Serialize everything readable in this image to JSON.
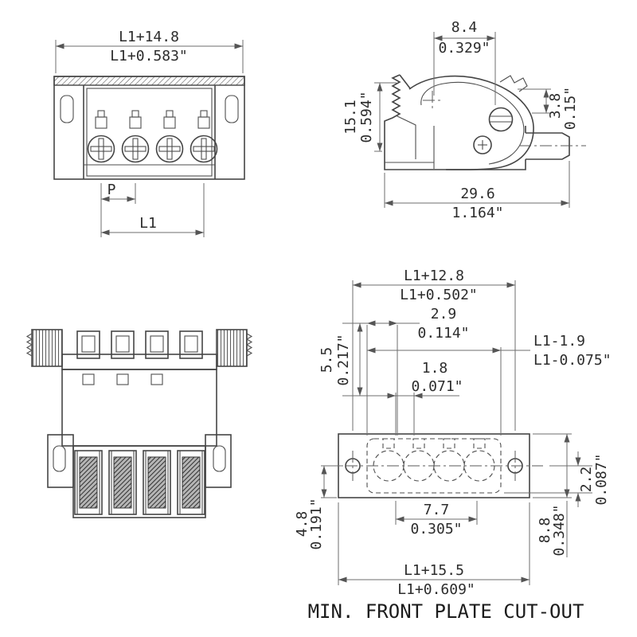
{
  "caption": "MIN. FRONT PLATE CUT-OUT",
  "views": {
    "plug_front": {
      "width_mm": "L1+14.8",
      "width_in": "L1+0.583\"",
      "pitch_label": "P",
      "span_label": "L1"
    },
    "plug_side": {
      "top_mm": "8.4",
      "top_in": "0.329\"",
      "height_mm": "15.1",
      "height_in": "0.594\"",
      "latch_mm": "3.8",
      "latch_in": "0.15\"",
      "length_mm": "29.6",
      "length_in": "1.164\""
    },
    "cutout": {
      "hole_span_mm": "L1+12.8",
      "hole_span_in": "L1+0.502\"",
      "offset_mm": "2.9",
      "offset_in": "0.114\"",
      "inner_width_mm": "L1-1.9",
      "inner_width_in": "L1-0.075\"",
      "slot_mm": "1.8",
      "slot_in": "0.071\"",
      "top_height_mm": "5.5",
      "top_height_in": "0.217\"",
      "lower_height_mm": "4.8",
      "lower_height_in": "0.191\"",
      "center_span_mm": "7.7",
      "center_span_in": "0.305\"",
      "edge_mm": "2.2",
      "edge_in": "0.087\"",
      "depth_mm": "8.8",
      "depth_in": "0.348\"",
      "total_width_mm": "L1+15.5",
      "total_width_in": "L1+0.609\""
    }
  }
}
